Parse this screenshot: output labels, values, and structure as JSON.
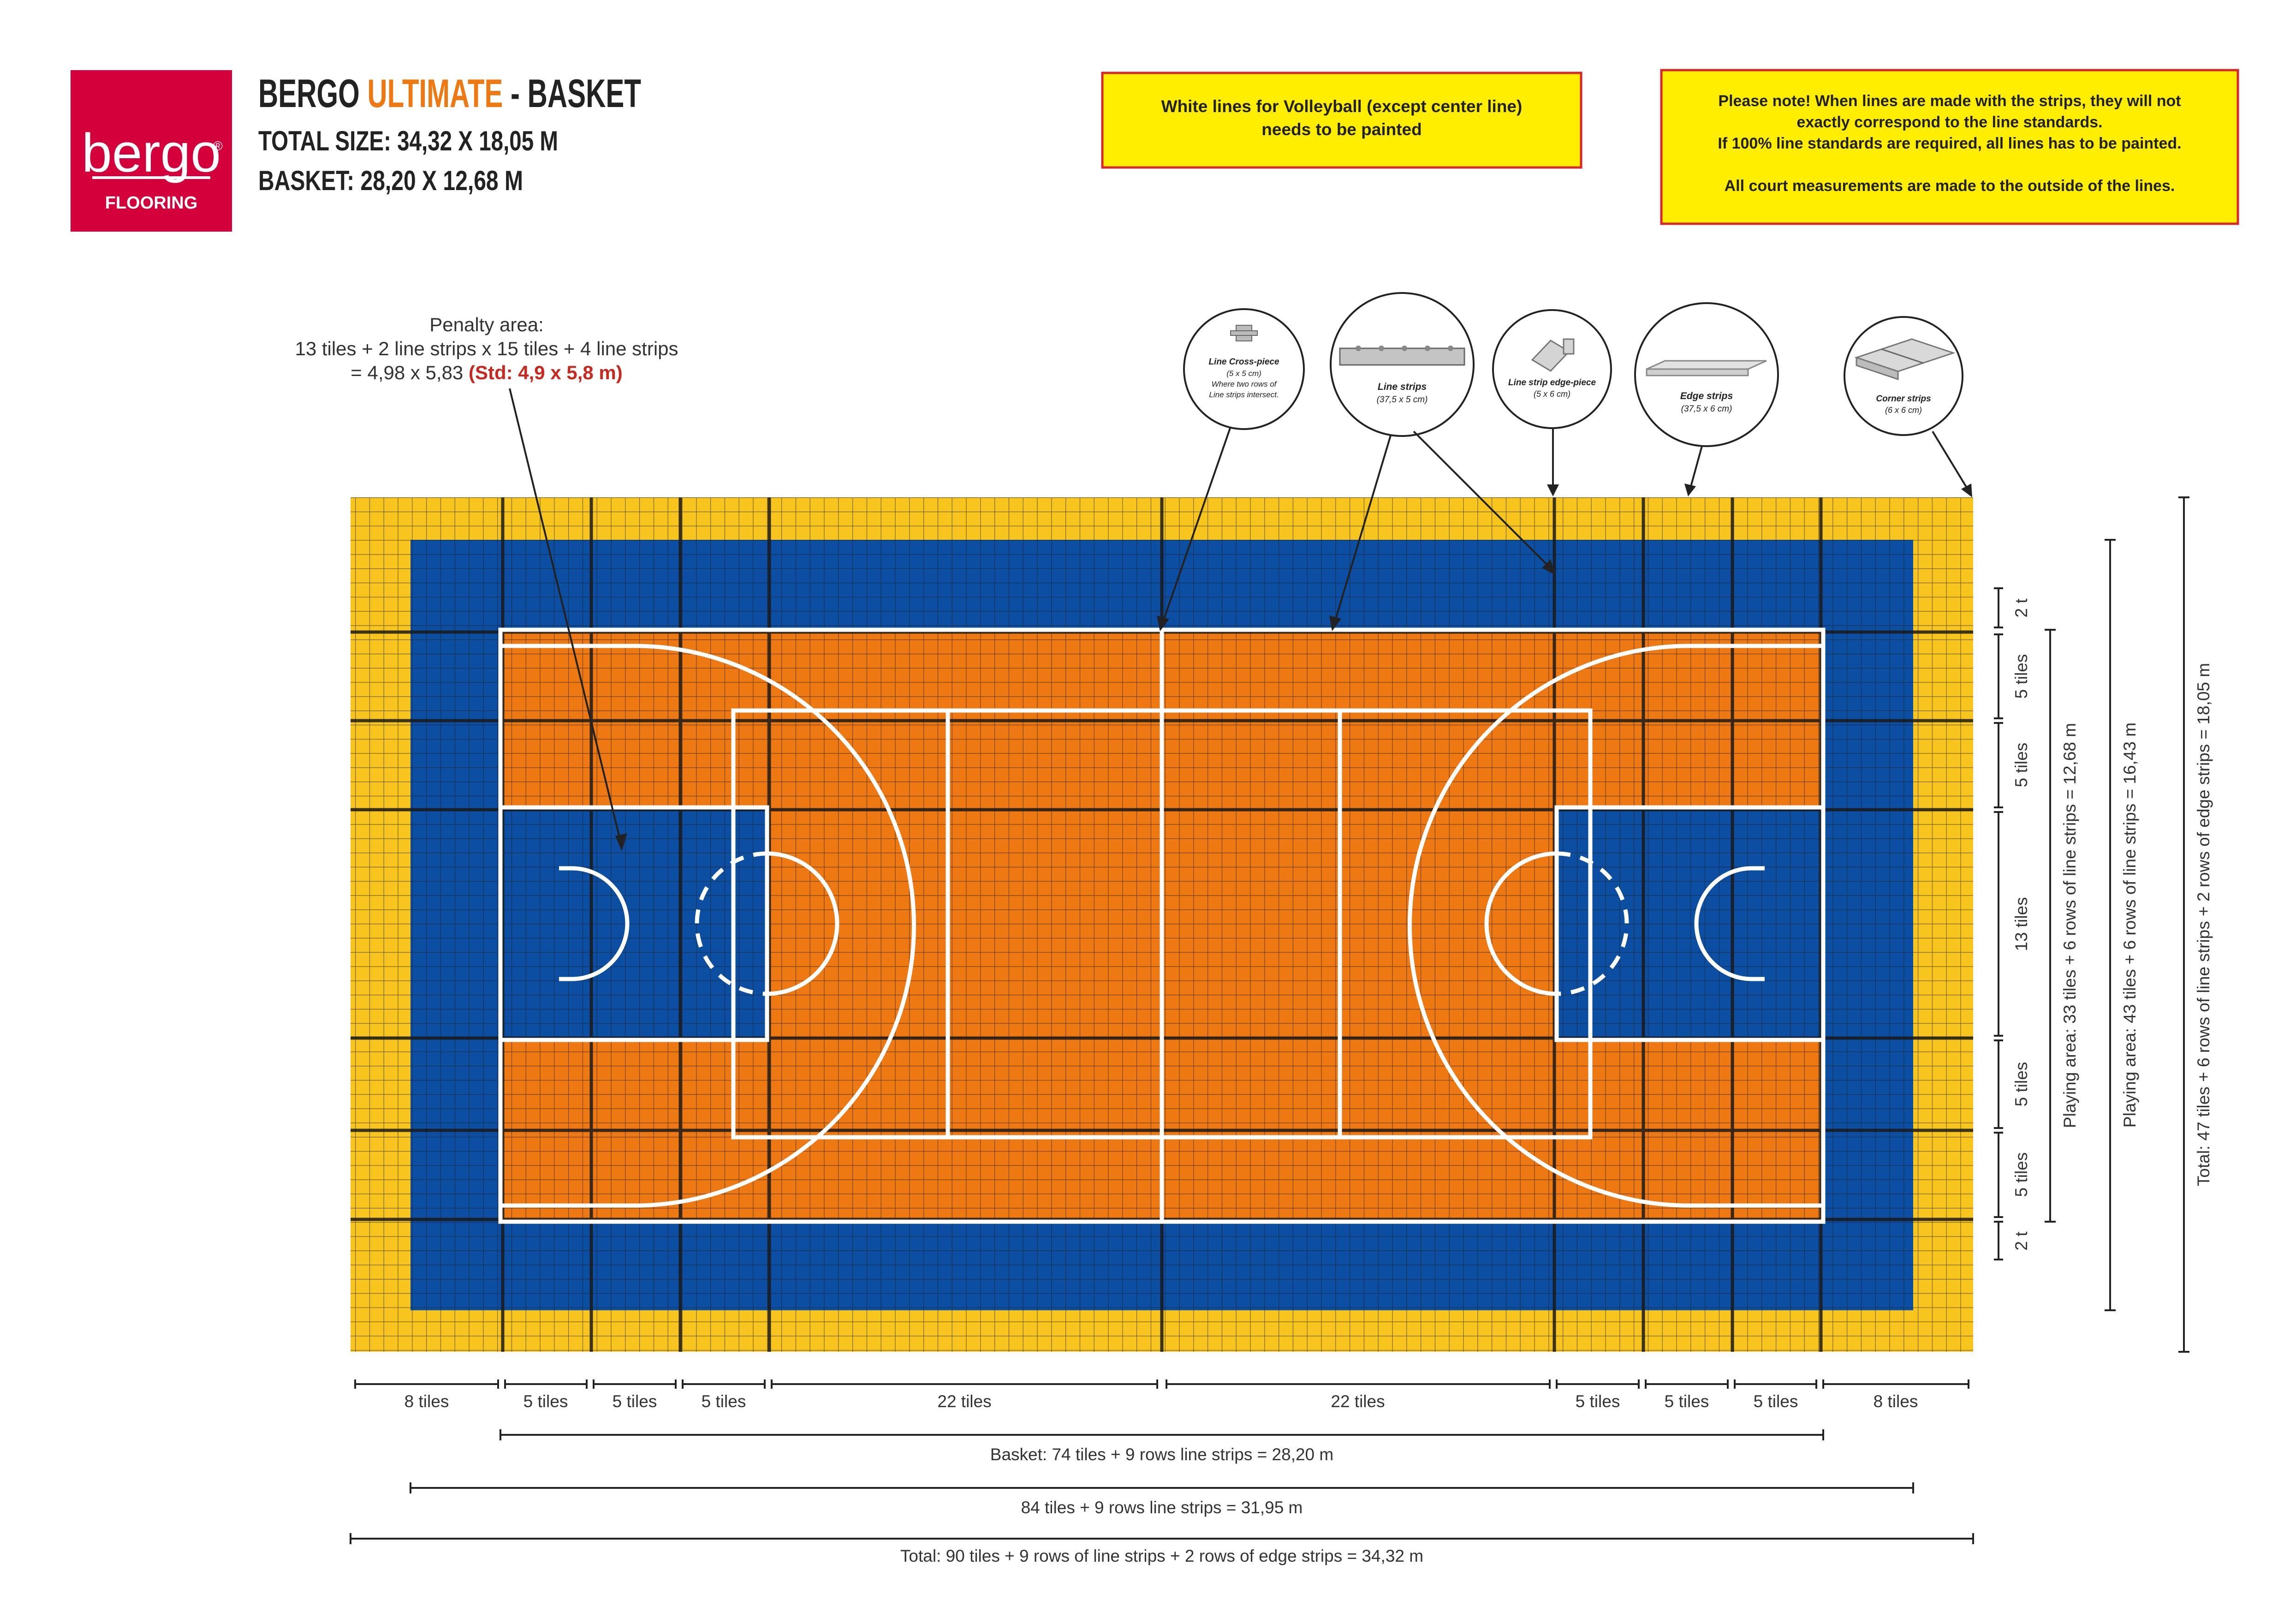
{
  "colors": {
    "brand_red": "#d4003c",
    "edge_yellow": "#f7c51e",
    "court_blue": "#0b4ea2",
    "court_orange": "#ee7812",
    "line_white": "#ffffff",
    "note_yellow": "#ffee00",
    "note_border": "#d9262c",
    "accent_orange": "#ee7812",
    "std_red": "#c8281e",
    "grid_dark": "#2b2b2b",
    "text_dark": "#222222"
  },
  "logo": {
    "brand": "bergo",
    "registered": "®",
    "sub": "FLOORING"
  },
  "header": {
    "title_pre": "BERGO ",
    "title_accent": "ULTIMATE",
    "title_post": " - BASKET",
    "line1": "TOTAL SIZE: 34,32 X 18,05 M",
    "line2": "BASKET: 28,20 X 12,68 M"
  },
  "notes": {
    "volleyball": [
      "White lines for Volleyball (except center line)",
      "needs to be painted"
    ],
    "please_note": [
      "Please note! When lines are made with the strips, they will not",
      "exactly correspond to the line standards.",
      "If 100% line standards are required, all lines has to be painted.",
      "",
      "All court measurements are made to the outside of the lines."
    ]
  },
  "penalty": {
    "line1": "Penalty area:",
    "line2": "13 tiles + 2 line strips x 15 tiles + 4 line strips",
    "line3": "= 4,98 x 5,83 ",
    "std": "(Std: 4,9 x 5,8 m)"
  },
  "components": [
    {
      "icon": "line-cross-piece-icon",
      "title": "Line Cross-piece",
      "sub": [
        "(5 x 5 cm)",
        "Where two rows of",
        "Line strips intersect."
      ]
    },
    {
      "icon": "line-strip-icon",
      "title": "Line strips",
      "sub": [
        "(37,5 x 5 cm)"
      ]
    },
    {
      "icon": "line-strip-edge-piece-icon",
      "title": "Line strip edge-piece",
      "sub": [
        "(5 x 6 cm)"
      ]
    },
    {
      "icon": "edge-strip-icon",
      "title": "Edge strips",
      "sub": [
        "(37,5 x 6 cm)"
      ]
    },
    {
      "icon": "corner-strip-icon",
      "title": "Corner strips",
      "sub": [
        "(6 x 6 cm)"
      ]
    }
  ],
  "dimensions": {
    "bottom_segments": [
      "8 tiles",
      "5 tiles",
      "5 tiles",
      "5 tiles",
      "22 tiles",
      "22 tiles",
      "5 tiles",
      "5 tiles",
      "5 tiles",
      "8 tiles"
    ],
    "basket_total": "Basket: 74 tiles + 9 rows line strips = 28,20 m",
    "playing_total": "84 tiles + 9 rows line strips = 31,95 m",
    "grand_total": "Total: 90 tiles + 9 rows of line strips + 2 rows of edge strips = 34,32 m",
    "right_segments": [
      "2 t",
      "5 tiles",
      "5 tiles",
      "13 tiles",
      "5 tiles",
      "5 tiles",
      "2 t"
    ],
    "right_basket": "Playing area: 33 tiles + 6 rows of line strips = 12,68 m",
    "right_playing": "Playing area: 43 tiles + 6 rows of line strips = 16,43 m",
    "right_total": "Total: 47 tiles + 6 rows of line strips + 2 rows of edge strips = 18,05 m"
  }
}
